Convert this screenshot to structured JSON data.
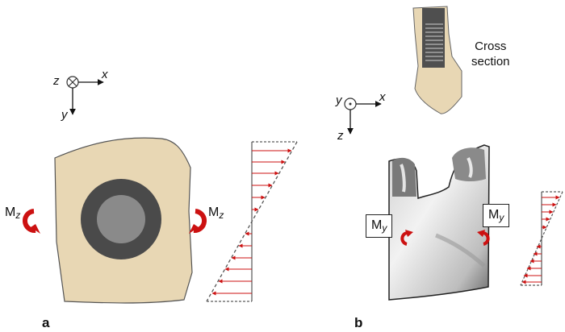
{
  "panel_a": {
    "label": "a",
    "axes": {
      "z": "z",
      "x": "x",
      "y": "y",
      "z_symbol": "into-page (circled cross)"
    },
    "moment_left": {
      "base": "M",
      "sub": "z"
    },
    "moment_right": {
      "base": "M",
      "sub": "z"
    },
    "stress_profile": "linear, tension top / compression bottom"
  },
  "panel_b": {
    "label": "b",
    "axes": {
      "y": "y",
      "x": "x",
      "z": "z",
      "y_symbol": "out-of-page (circled dot)"
    },
    "cross_section_label_line1": "Cross",
    "cross_section_label_line2": "section",
    "moment_left": {
      "base": "M",
      "sub": "y"
    },
    "moment_right": {
      "base": "M",
      "sub": "y"
    },
    "stress_profile": "linear, tension top / compression bottom"
  },
  "colors": {
    "bone": "#e8d7b4",
    "implant_outer": "#4a4a4a",
    "implant_inner": "#8a8a8a",
    "arrow_red": "#cc1111"
  }
}
